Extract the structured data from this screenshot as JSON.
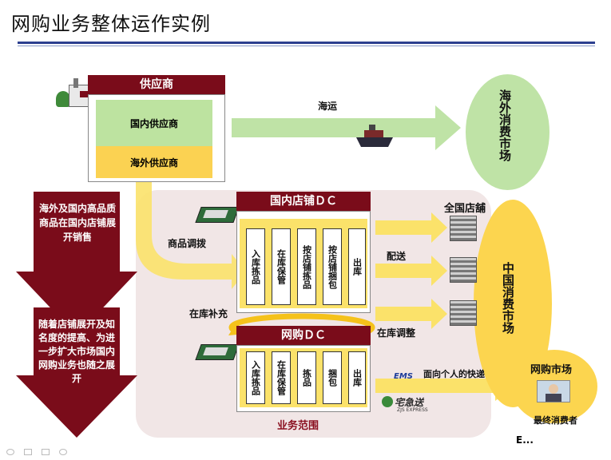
{
  "title": "网购业务整体运作实例",
  "supplier": {
    "header": "供应商",
    "domestic": "国内供应商",
    "overseas": "海外供应商"
  },
  "shipping_label": "海运",
  "overseas_market": "海外消费市场",
  "left_arrows": {
    "top_text": "海外及国内高品质商品在国内店铺展开销售",
    "bottom_text": "随着店铺展开及知名度的提高、为进一步扩大市场国内网购业务也随之展开"
  },
  "store_dc": {
    "header": "国内店铺ＤＣ",
    "steps": [
      "入库拣品",
      "在库保管",
      "按店铺拣品",
      "按店铺捆包",
      "出库"
    ]
  },
  "online_dc": {
    "header": "网购ＤＣ",
    "steps": [
      "入库拣品",
      "在库保管",
      "拣品",
      "捆包",
      "出库"
    ]
  },
  "labels": {
    "transfer": "商品调拨",
    "replenish": "在库补充",
    "delivery": "配送",
    "adjust": "在库调整",
    "all_stores": "全国店舖",
    "china_market": "中国消费市场",
    "express": "面向个人的快递",
    "ems": "EMS",
    "zjs_cn": "宅急送",
    "zjs_en": "ZJS EXPRESS",
    "scope": "业务范围",
    "online_market": "网购市场",
    "consumer": "最终消费者",
    "corner": "E..."
  },
  "colors": {
    "maroon": "#7a0c1a",
    "green": "#bde3a0",
    "yellow": "#fbd252",
    "arrow_green": "#bfe3a6",
    "region": "#f1e6e6"
  }
}
